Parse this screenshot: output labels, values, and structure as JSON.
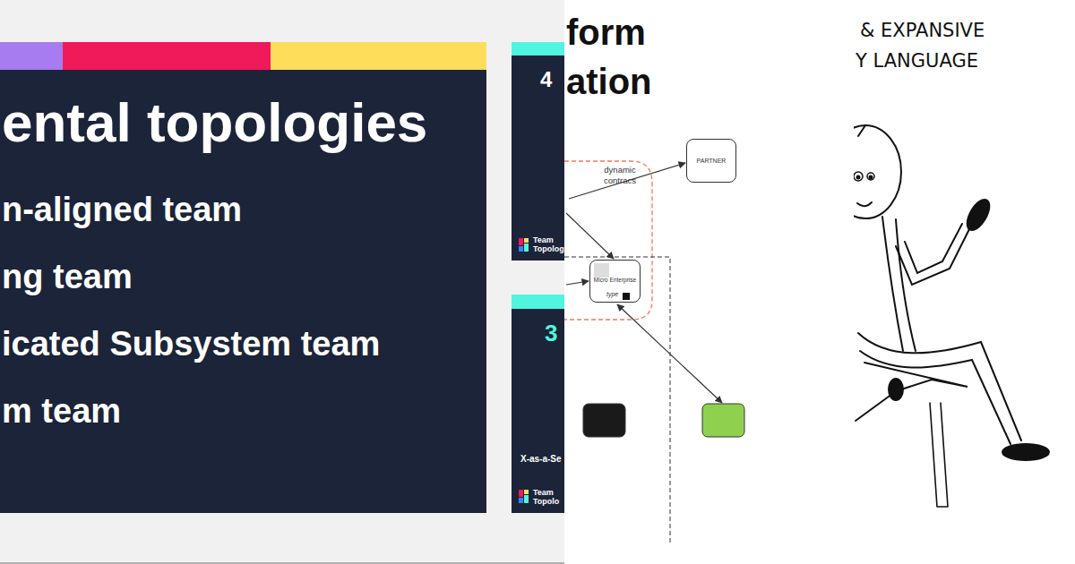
{
  "diagram": {
    "nodes": [
      {
        "text": [
          "ental topologies",
          "n-aligned team",
          "ng team",
          "icated Subsystem team",
          "m team"
        ]
      },
      {
        "text": [
          "4",
          "Team Topolog"
        ]
      },
      {
        "text": [
          "3",
          "X-as-a-Se",
          "Team Topolo"
        ]
      },
      {
        "text": [
          "PARTNER"
        ]
      },
      {
        "text": [
          "Micro Enterprise",
          "type"
        ]
      }
    ],
    "labels": [
      "form",
      "ation",
      "dynamic contracs",
      "& EXPANSIVE",
      "Y LANGUAGE"
    ]
  }
}
